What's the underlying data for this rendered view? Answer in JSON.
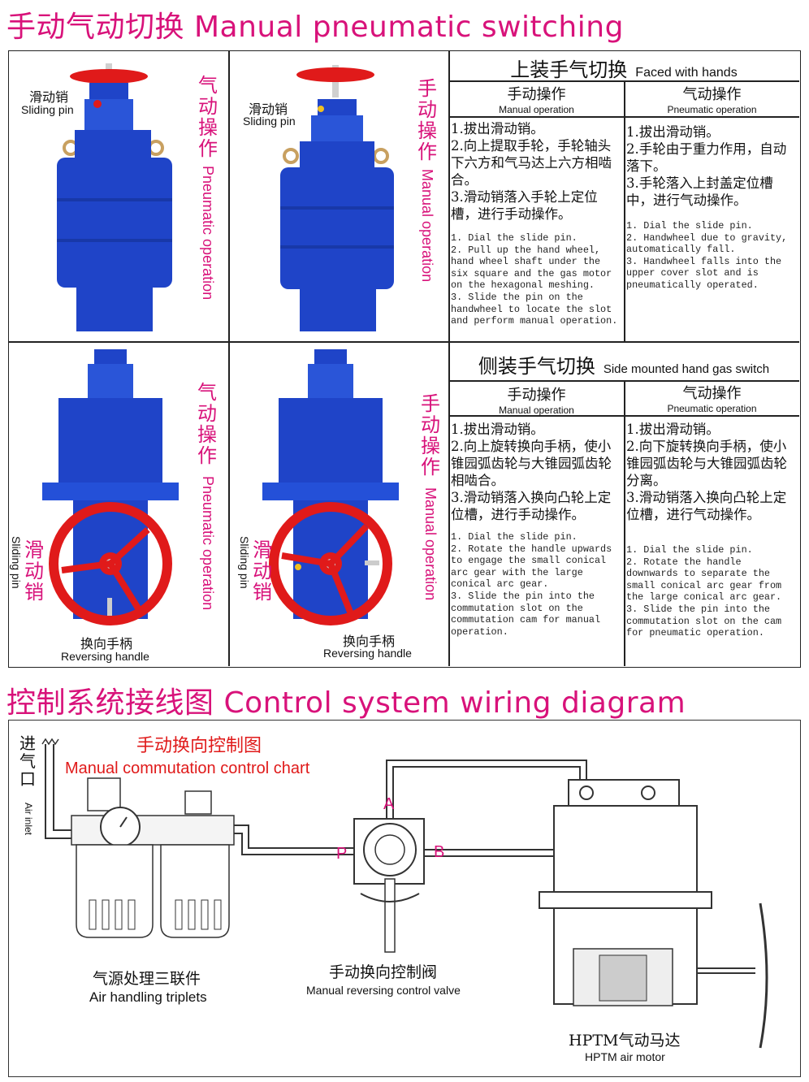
{
  "heading_top": "手动气动切换 Manual pneumatic switching",
  "heading_bottom": "控制系统接线图 Control system wiring diagram",
  "panels": {
    "p1": {
      "pin_cn": "滑动销",
      "pin_en": "Sliding pin",
      "mode_cn": "气动操作",
      "mode_en": "Pneumatic operation"
    },
    "p2": {
      "pin_cn": "滑动销",
      "pin_en": "Sliding pin",
      "mode_cn": "手动操作",
      "mode_en": "Manual operation"
    },
    "p3": {
      "pin_cn": "滑动销",
      "pin_en": "Sliding pin",
      "mode_cn": "气动操作",
      "mode_en": "Pneumatic operation",
      "handle_cn": "换向手柄",
      "handle_en": "Reversing handle"
    },
    "p4": {
      "pin_cn": "滑动销",
      "pin_en": "Sliding pin",
      "mode_cn": "手动操作",
      "mode_en": "Manual operation",
      "handle_cn": "换向手柄",
      "handle_en": "Reversing handle"
    }
  },
  "top_section": {
    "title_cn": "上装手气切换",
    "title_en": "Faced with hands",
    "col_manual_cn": "手动操作",
    "col_manual_en": "Manual operation",
    "col_pneu_cn": "气动操作",
    "col_pneu_en": "Pneumatic operation",
    "manual_cn": "1.拔出滑动销。\n2.向上提取手轮，手轮轴头下六方和气马达上六方相啮合。\n3.滑动销落入手轮上定位槽，进行手动操作。",
    "manual_en": "1. Dial the slide pin.\n2. Pull up the hand wheel, hand wheel shaft under the six square and the gas motor on the hexagonal meshing.\n3. Slide the pin on the handwheel to locate the slot and perform manual operation.",
    "pneu_cn": "1.拔出滑动销。\n2.手轮由于重力作用，自动落下。\n3.手轮落入上封盖定位槽中，进行气动操作。",
    "pneu_en": "1. Dial the slide pin.\n2. Handwheel due to gravity, automatically fall.\n3. Handwheel falls into the upper cover slot and is pneumatically operated."
  },
  "side_section": {
    "title_cn": "侧装手气切换",
    "title_en": "Side mounted hand gas switch",
    "col_manual_cn": "手动操作",
    "col_manual_en": "Manual operation",
    "col_pneu_cn": "气动操作",
    "col_pneu_en": "Pneumatic operation",
    "manual_cn": "1.拔出滑动销。\n2.向上旋转换向手柄，使小锥园弧齿轮与大锥园弧齿轮相啮合。\n3.滑动销落入换向凸轮上定位槽，进行手动操作。",
    "manual_en": "1. Dial the slide pin.\n2. Rotate the handle upwards to engage the small conical arc gear with the large conical arc gear.\n3. Slide the pin into the commutation slot on the commutation cam for manual operation.",
    "pneu_cn": "1.拔出滑动销。\n2.向下旋转换向手柄，使小锥园弧齿轮与大锥园弧齿轮分离。\n3.滑动销落入换向凸轮上定位槽，进行气动操作。",
    "pneu_en": "1. Dial the slide pin.\n2. Rotate the handle downwards to separate the small conical arc gear from the large conical arc gear.\n3. Slide the pin into the commutation slot on the cam for pneumatic operation."
  },
  "diagram": {
    "chart_title_cn": "手动换向控制图",
    "chart_title_en": "Manual commutation control chart",
    "inlet_cn": "进气口",
    "inlet_en": "Air inlet",
    "triplet_cn": "气源处理三联件",
    "triplet_en": "Air handling triplets",
    "valve_cn": "手动换向控制阀",
    "valve_en": "Manual reversing control valve",
    "motor_cn": "HPTM气动马达",
    "motor_en": "HPTM air motor",
    "port_a": "A",
    "port_b": "B",
    "port_p": "P"
  },
  "colors": {
    "accent": "#d8127a",
    "actuator": "#1f44c8",
    "wheel": "#e01a1a"
  }
}
